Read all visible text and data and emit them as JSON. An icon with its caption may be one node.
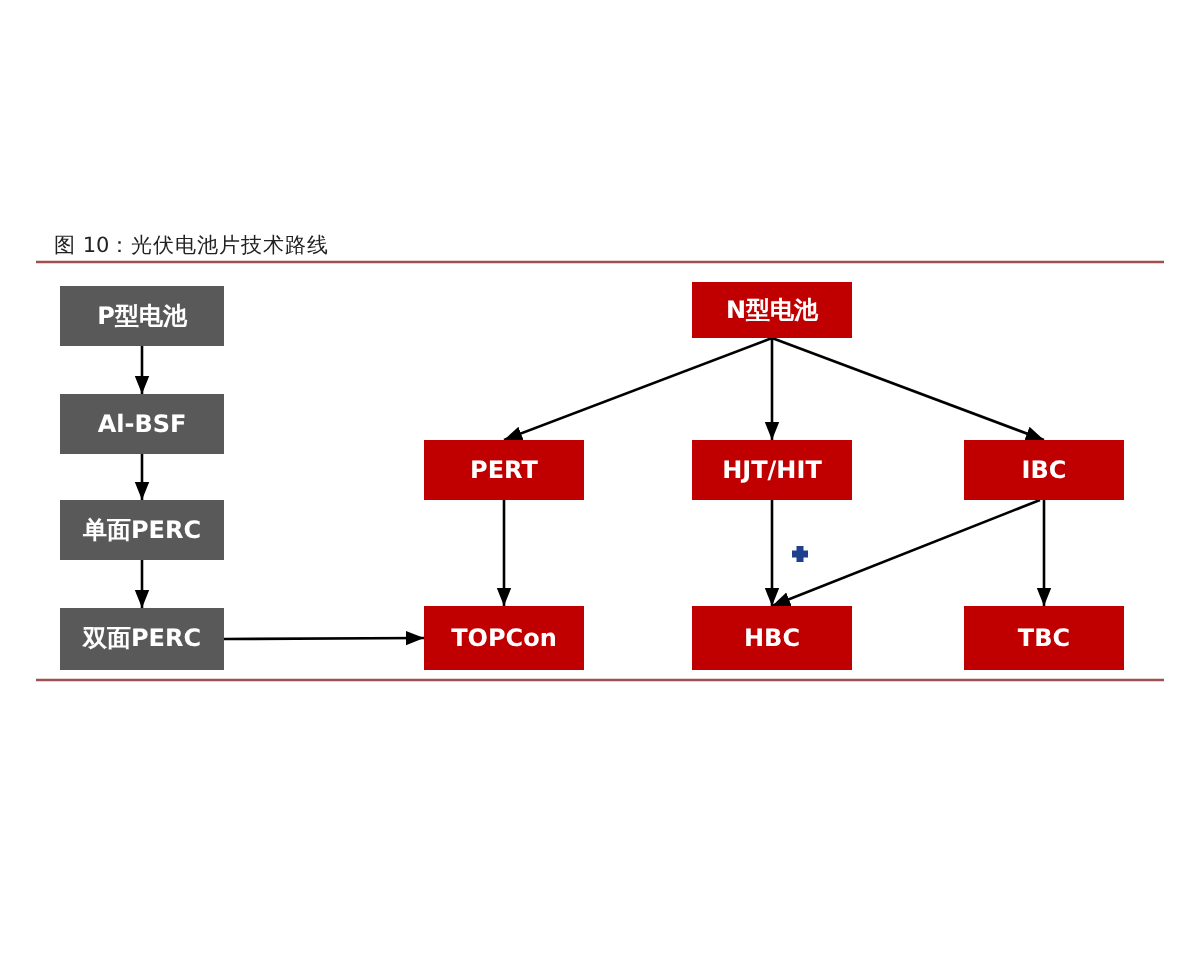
{
  "diagram": {
    "title": "图 10：光伏电池片技术路线",
    "nodes": [
      {
        "text": [
          "P型电池"
        ]
      },
      {
        "text": [
          "Al-BSF"
        ]
      },
      {
        "text": [
          "单面PERC"
        ]
      },
      {
        "text": [
          "双面PERC"
        ]
      },
      {
        "text": [
          "N型电池"
        ]
      },
      {
        "text": [
          "PERT"
        ]
      },
      {
        "text": [
          "HJT/HIT"
        ]
      },
      {
        "text": [
          "IBC"
        ]
      },
      {
        "text": [
          "TOPCon"
        ]
      },
      {
        "text": [
          "HBC"
        ]
      },
      {
        "text": [
          "TBC"
        ]
      }
    ],
    "edges": [
      {
        "from": 0,
        "to": 1,
        "arrow": "to"
      },
      {
        "from": 1,
        "to": 2,
        "arrow": "to"
      },
      {
        "from": 2,
        "to": 3,
        "arrow": "to"
      },
      {
        "from": 3,
        "to": 8,
        "arrow": "to"
      },
      {
        "from": 4,
        "to": 5,
        "arrow": "to"
      },
      {
        "from": 4,
        "to": 6,
        "arrow": "to"
      },
      {
        "from": 4,
        "to": 7,
        "arrow": "to"
      },
      {
        "from": 5,
        "to": 8,
        "arrow": "to"
      },
      {
        "from": 6,
        "to": 9,
        "arrow": "to"
      },
      {
        "from": 7,
        "to": 9,
        "arrow": "to"
      },
      {
        "from": 7,
        "to": 10,
        "arrow": "to"
      }
    ]
  }
}
